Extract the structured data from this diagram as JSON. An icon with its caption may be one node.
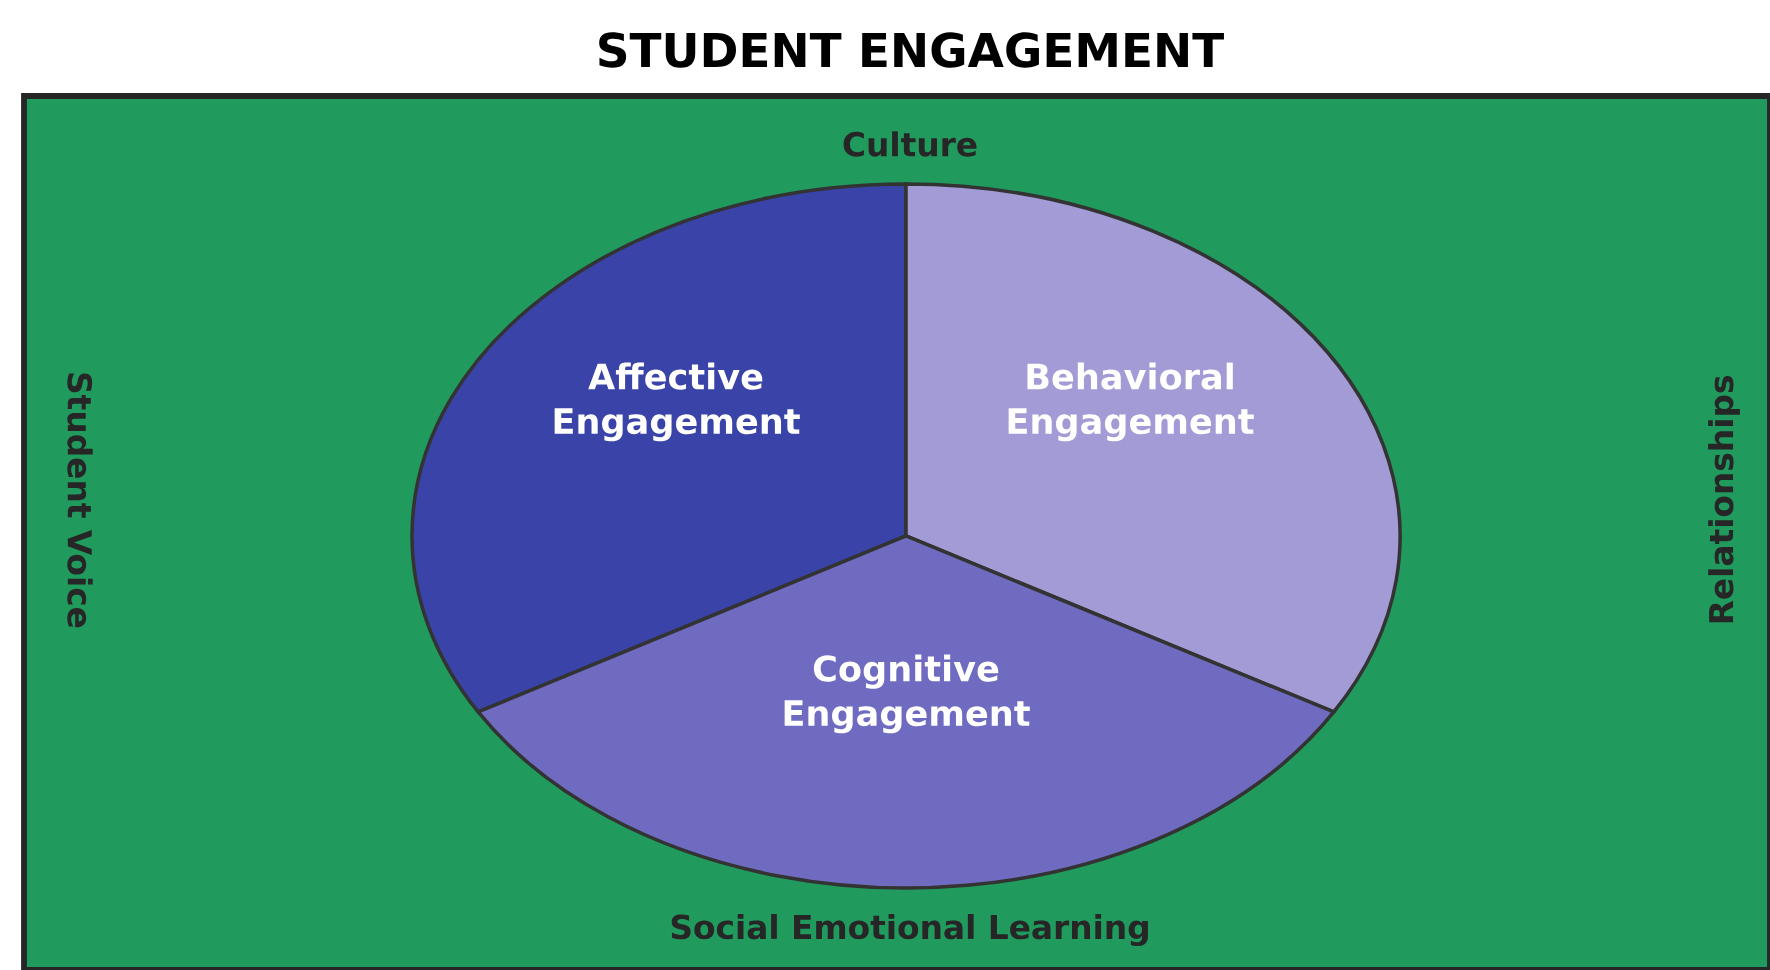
{
  "diagram": {
    "title": "STUDENT ENGAGEMENT",
    "nodes": [
      {
        "text": [
          "Culture",
          "Student Voice",
          "Relationships",
          "Social Emotional Learning"
        ]
      },
      {
        "text": [
          "Affective Engagement"
        ],
        "in": 0
      },
      {
        "text": [
          "Behavioral Engagement"
        ],
        "in": 0
      },
      {
        "text": [
          "Cognitive Engagement"
        ],
        "in": 0
      }
    ],
    "edges": []
  }
}
